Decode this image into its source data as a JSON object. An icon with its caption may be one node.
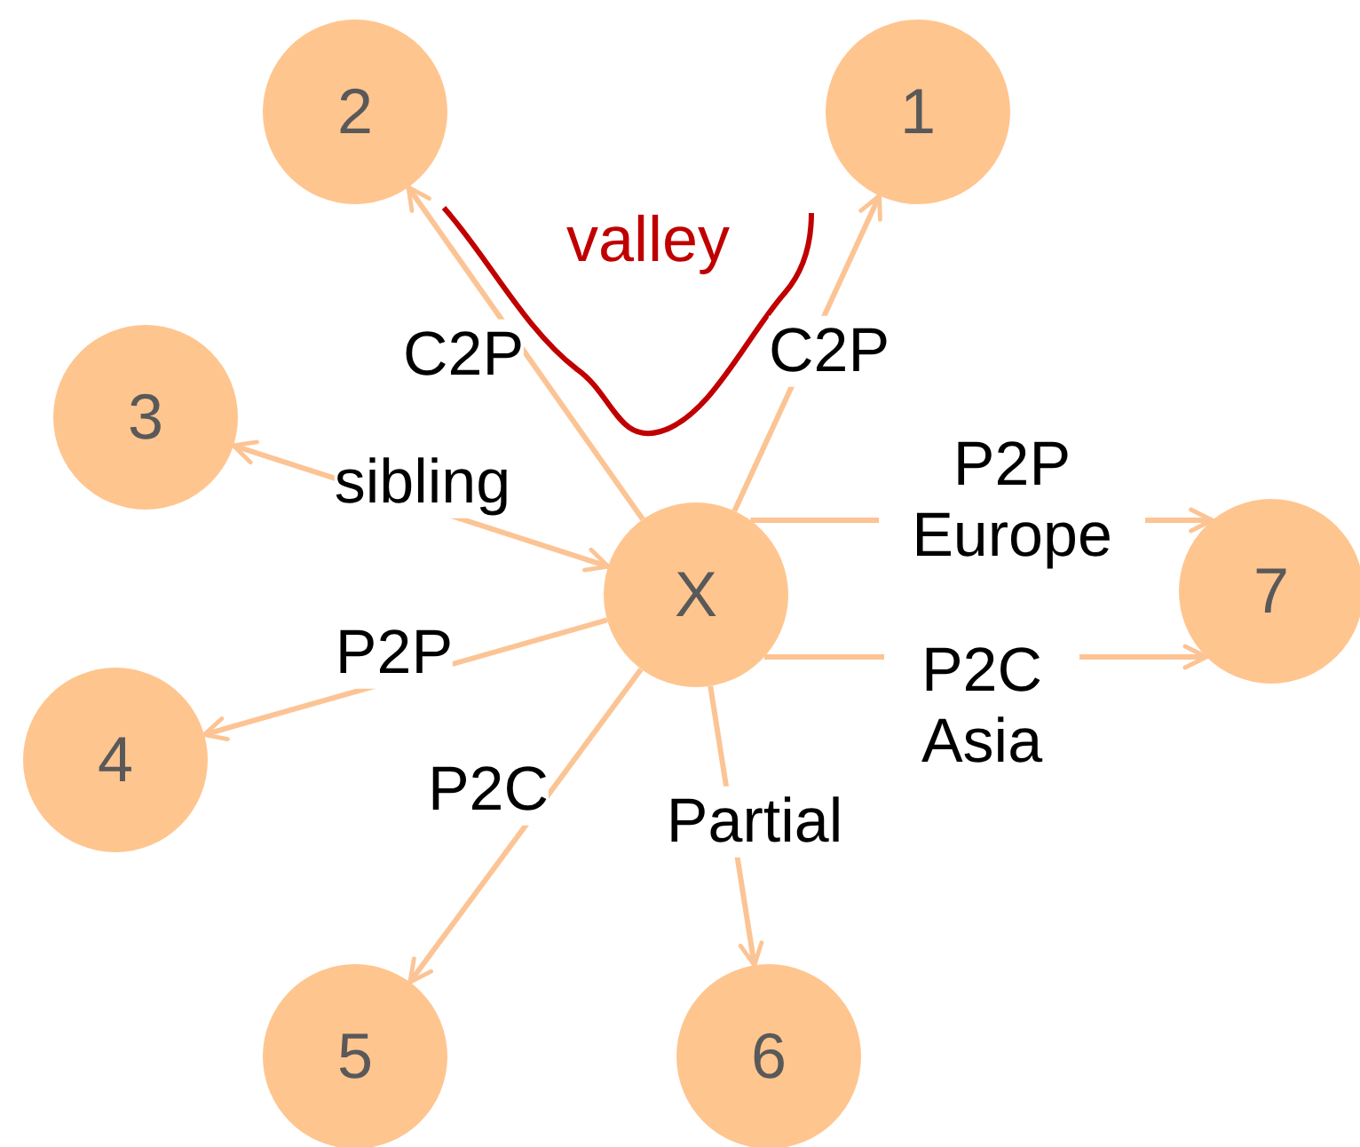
{
  "diagram": {
    "nodes": [
      {
        "text": [
          "X"
        ]
      },
      {
        "text": [
          "1"
        ]
      },
      {
        "text": [
          "2"
        ]
      },
      {
        "text": [
          "3"
        ]
      },
      {
        "text": [
          "4"
        ]
      },
      {
        "text": [
          "5"
        ]
      },
      {
        "text": [
          "6"
        ]
      },
      {
        "text": [
          "7"
        ]
      }
    ],
    "edges": [
      {
        "from": 0,
        "to": 1,
        "arrow": "to",
        "label": "C2P"
      },
      {
        "from": 0,
        "to": 2,
        "arrow": "to",
        "label": "C2P"
      },
      {
        "from": 0,
        "to": 3,
        "arrow": "both",
        "label": "sibling"
      },
      {
        "from": 0,
        "to": 4,
        "arrow": "to",
        "label": "P2P"
      },
      {
        "from": 0,
        "to": 5,
        "arrow": "to",
        "label": "P2C"
      },
      {
        "from": 0,
        "to": 6,
        "arrow": "to",
        "label": "Partial"
      },
      {
        "from": 0,
        "to": 7,
        "arrow": "to",
        "label": "P2P Europe"
      },
      {
        "from": 0,
        "to": 7,
        "arrow": "to",
        "label": "P2C Asia"
      }
    ],
    "labels": [
      "valley"
    ]
  }
}
